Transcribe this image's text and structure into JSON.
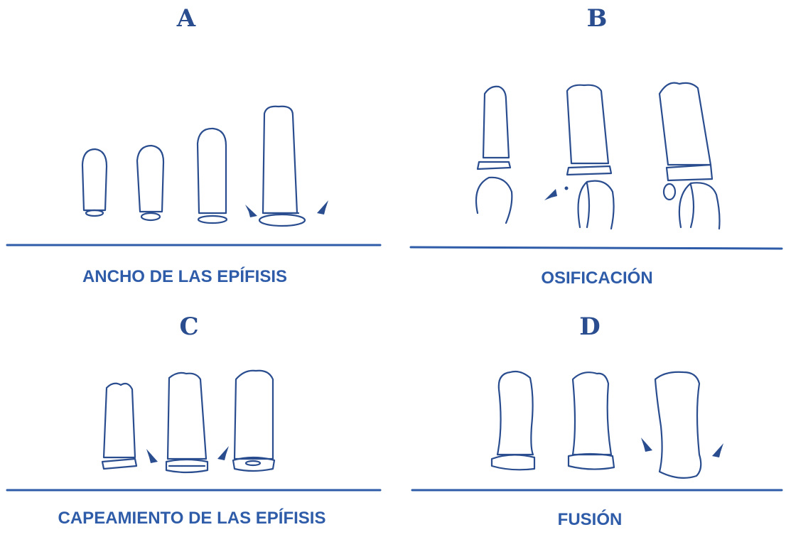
{
  "panels": [
    {
      "id": "A",
      "letter": "A",
      "caption": "ANCHO DE LAS EPÍFISIS"
    },
    {
      "id": "B",
      "letter": "B",
      "caption": "OSIFICACIÓN"
    },
    {
      "id": "C",
      "letter": "C",
      "caption": "CAPEAMIENTO DE LAS EPÍFISIS"
    },
    {
      "id": "D",
      "letter": "D",
      "caption": "FUSIÓN"
    }
  ],
  "colors": {
    "ink": "#2a4d8f",
    "caption": "#2f5ca8"
  }
}
